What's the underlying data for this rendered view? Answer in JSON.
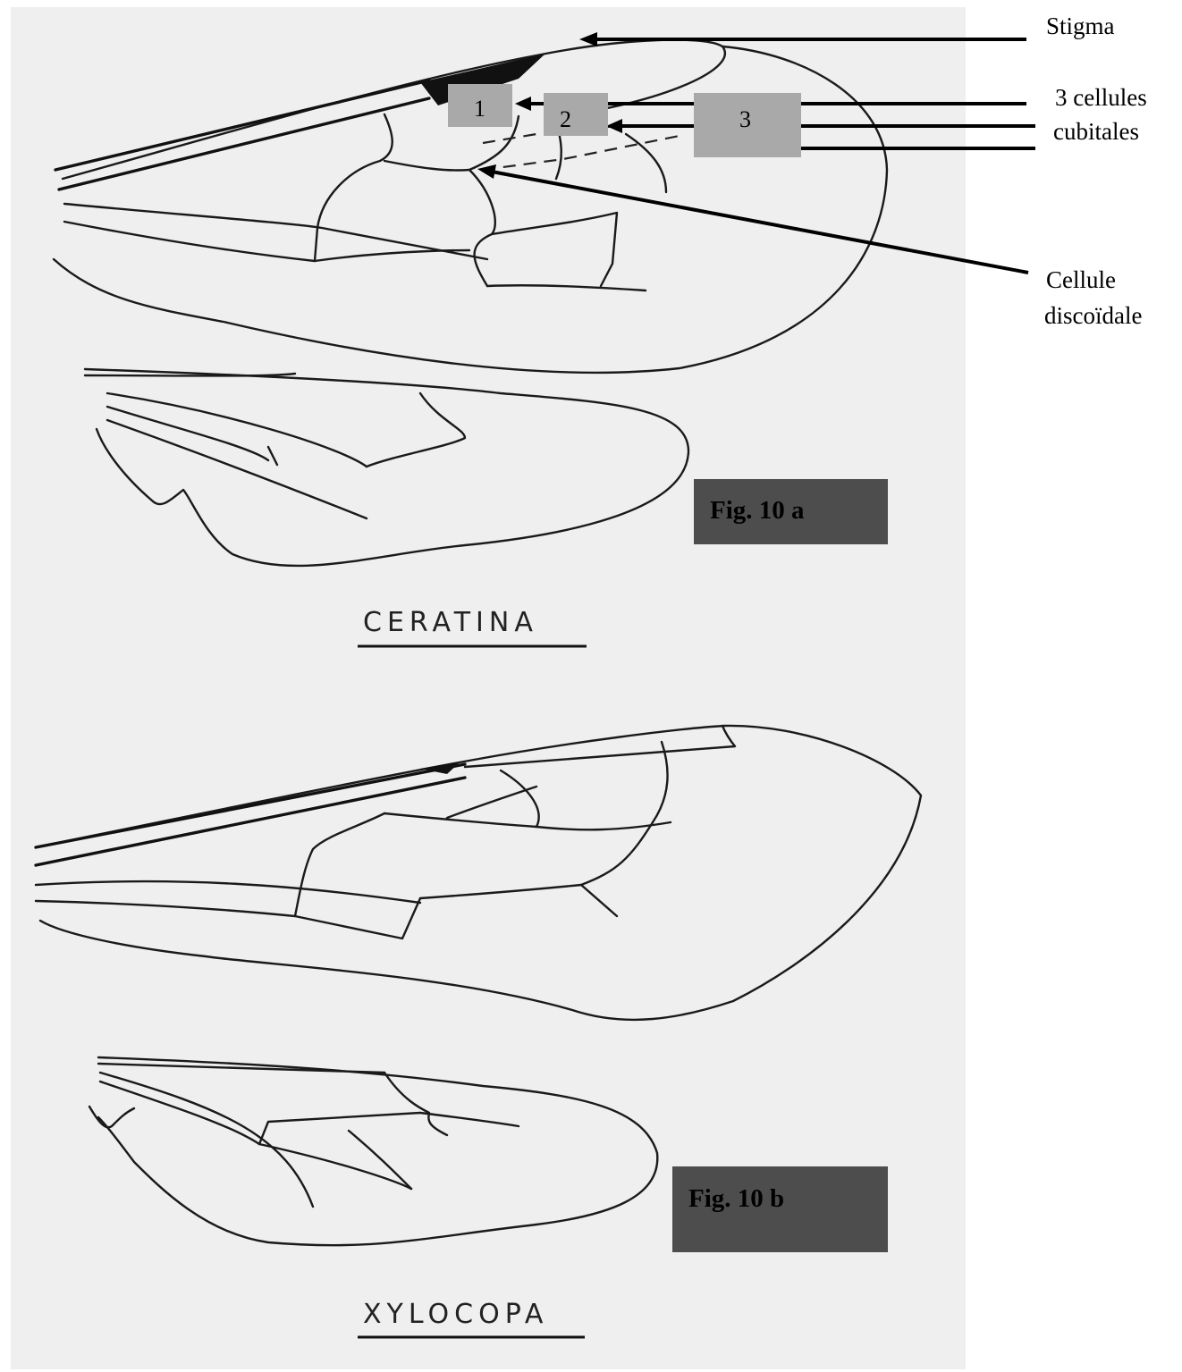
{
  "annotations": {
    "stigma": "Stigma",
    "cubitales_line1": "3 cellules",
    "cubitales_line2": "cubitales",
    "discoidale_line1": "Cellule",
    "discoidale_line2": "discoïdale"
  },
  "cells": [
    "1",
    "2",
    "3"
  ],
  "figures": {
    "a": {
      "label": "Fig. 10 a",
      "genus": "Ceratina"
    },
    "b": {
      "label": "Fig. 10 b",
      "genus": "Xylocopa"
    }
  },
  "colors": {
    "plate": "#efefef",
    "cell_box": "#a9a9a9",
    "fig_box": "#4d4d4d"
  }
}
